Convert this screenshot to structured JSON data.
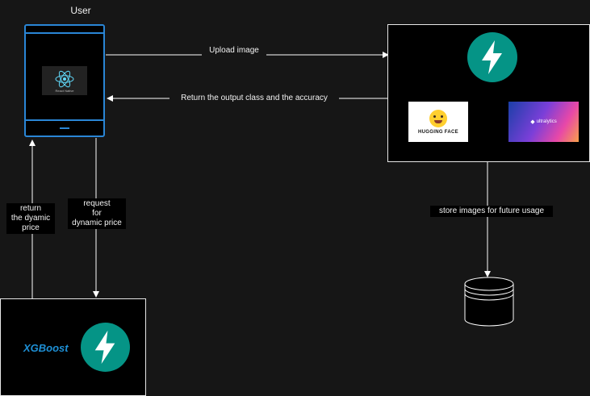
{
  "user_title": "User",
  "react_logo_text": "React Native",
  "arrows": {
    "upload": "Upload image",
    "return_output": "Return the output class and the accuracy",
    "store": "store images for future usage",
    "return_price": [
      "return",
      "the dyamic",
      "price"
    ],
    "request_price": [
      "request",
      "for",
      "dynamic price"
    ]
  },
  "logos": {
    "hugging_face": "HUGGING FACE",
    "ultralytics": "ultralytics",
    "xgboost": "XGBoost"
  },
  "colors": {
    "fastapi": "#059486",
    "phone": "#2a86d6",
    "xgboost": "#1e90d6"
  }
}
